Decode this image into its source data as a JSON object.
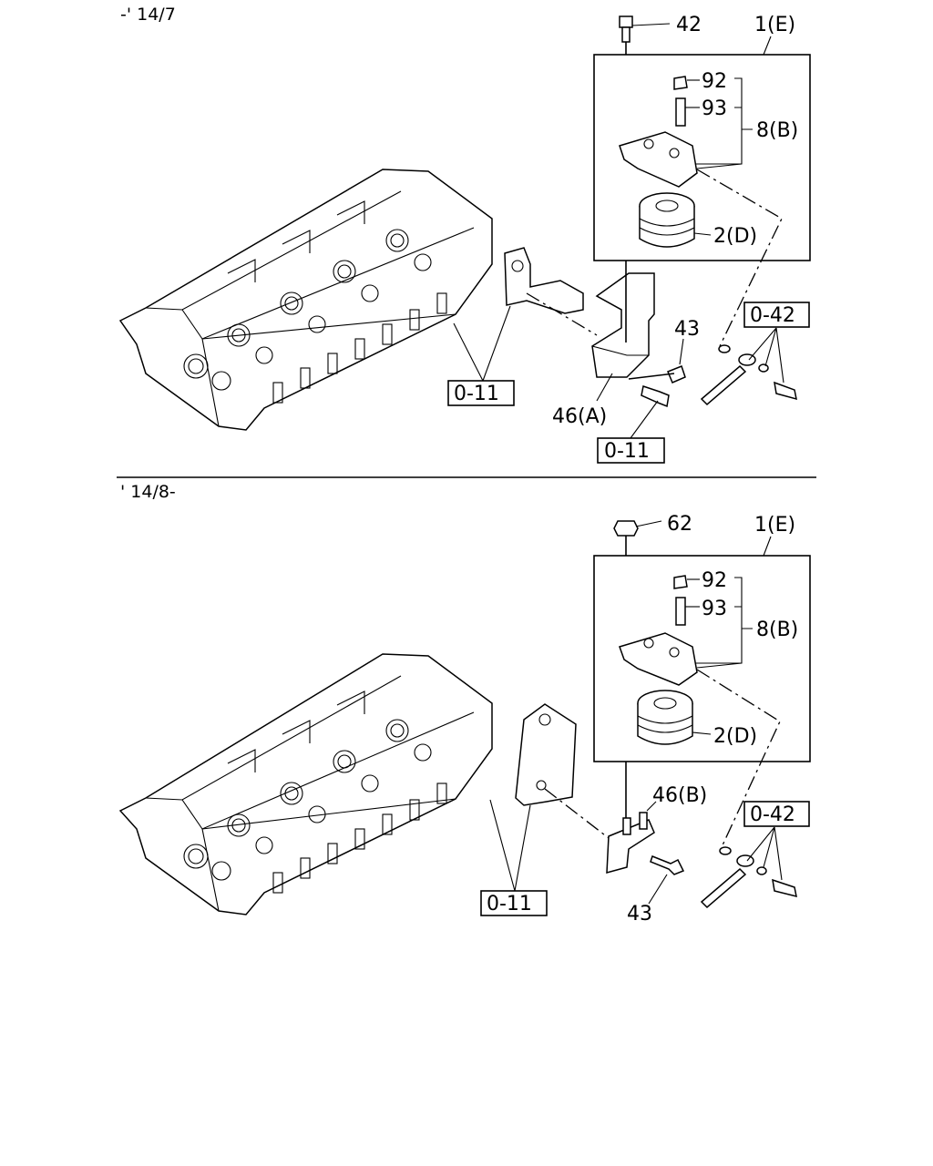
{
  "sections": [
    {
      "period": "-' 14/7",
      "callouts": {
        "top_bolt": "42",
        "assembly": "1(E)",
        "cap": "92",
        "valve": "93",
        "housing_group": "8(B)",
        "filter": "2(D)",
        "bracket_bolt": "43",
        "bracket": "46(A)"
      },
      "references": {
        "cylinder_head_ref": "0-11",
        "hose_ref": "0-42",
        "bolt_ref": "0-11"
      }
    },
    {
      "period": "' 14/8-",
      "callouts": {
        "top_nut": "62",
        "assembly": "1(E)",
        "cap": "92",
        "valve": "93",
        "housing_group": "8(B)",
        "filter": "2(D)",
        "bracket": "46(B)",
        "bracket_bolt": "43"
      },
      "references": {
        "cylinder_head_ref": "0-11",
        "hose_ref": "0-42"
      }
    }
  ]
}
